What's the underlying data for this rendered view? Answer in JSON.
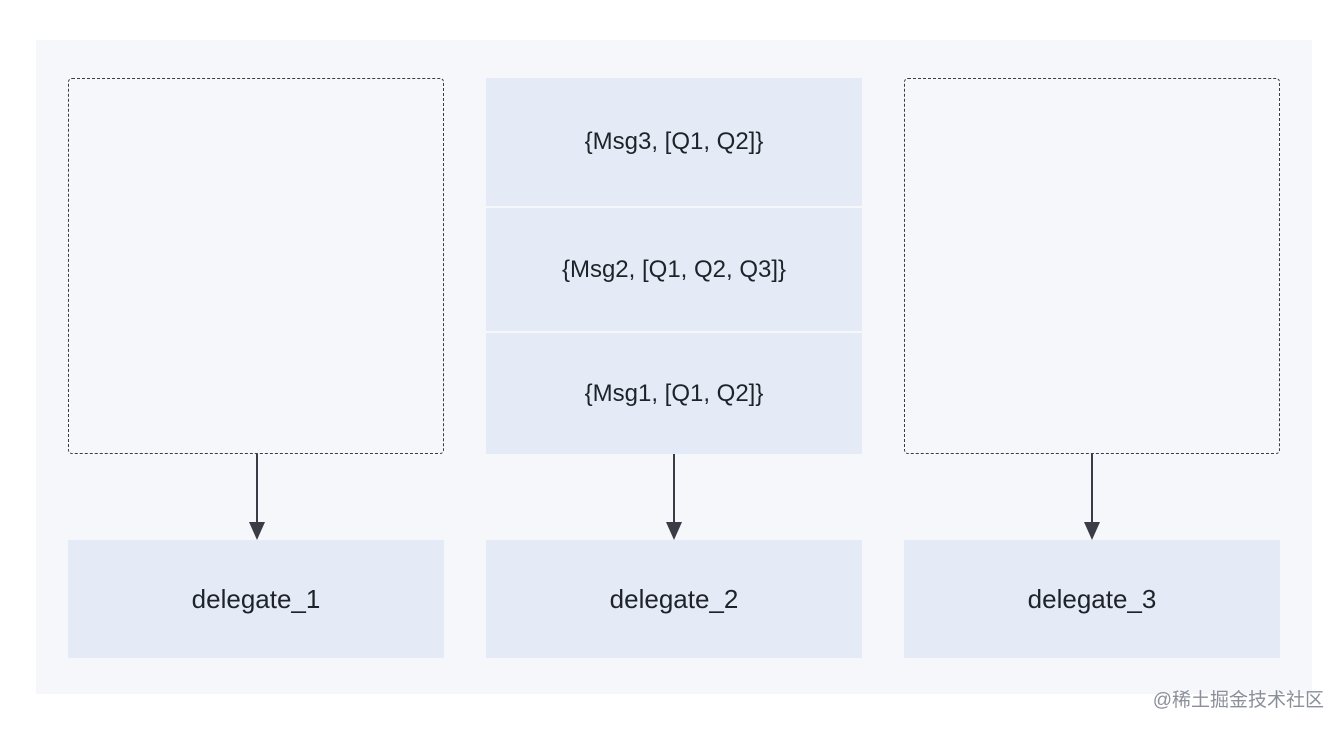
{
  "queues": {
    "delegate_2": [
      "{Msg3, [Q1, Q2]}",
      "{Msg2, [Q1, Q2, Q3]}",
      "{Msg1, [Q1, Q2]}"
    ]
  },
  "delegates": [
    "delegate_1",
    "delegate_2",
    "delegate_3"
  ],
  "watermark": "@稀土掘金技术社区",
  "colors": {
    "box_fill": "#e4ebf6",
    "canvas": "#f5f7fb",
    "stroke": "#3a3d45"
  }
}
